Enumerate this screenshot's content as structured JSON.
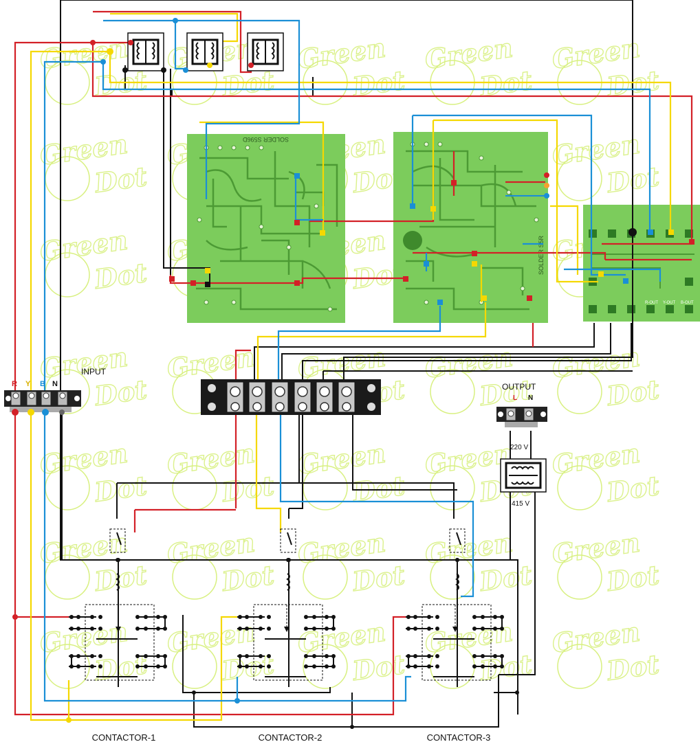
{
  "labels": {
    "input": "INPUT",
    "output": "OUTPUT",
    "volt_220": "220 V",
    "volt_415": "415 V",
    "contactor_1": "CONTACTOR-1",
    "contactor_2": "CONTACTOR-2",
    "contactor_3": "CONTACTOR-3"
  },
  "input_terminals": [
    "R",
    "Y",
    "B",
    "N"
  ],
  "output_terminals": [
    "L",
    "N"
  ],
  "relay_board_outputs": [
    "R-OUT",
    "Y-OUT",
    "B-OUT"
  ],
  "pcb_silk": {
    "board1": "SOLDER S596D",
    "board2": "SOLDER S5R"
  },
  "watermark": {
    "line1": "Green",
    "line2": "Dot"
  },
  "colors": {
    "red": "#d32027",
    "yellow": "#f5d800",
    "blue": "#1a8fd6",
    "black": "#111111",
    "pcb": "#7ccc5c",
    "watermark": "#d8f080"
  }
}
